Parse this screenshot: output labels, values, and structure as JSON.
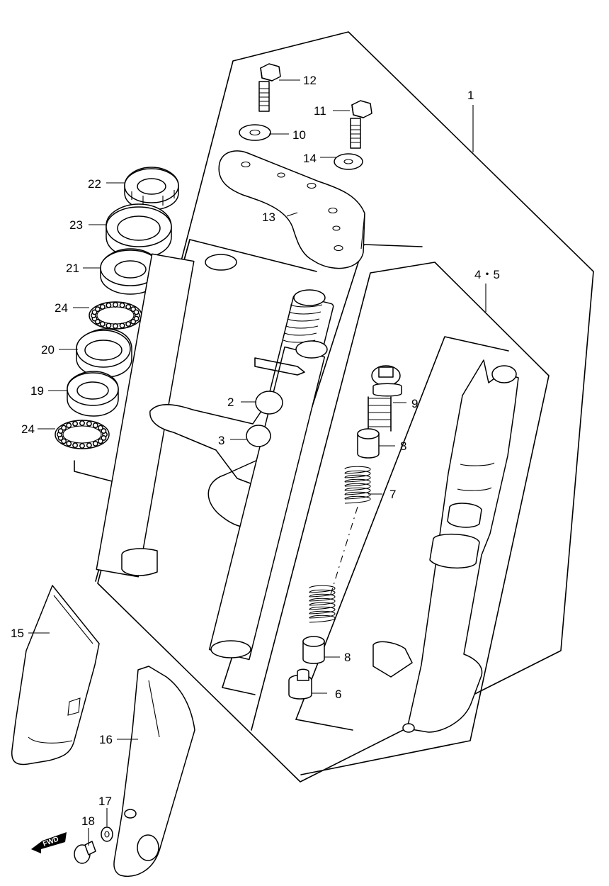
{
  "callouts": [
    {
      "id": "c1",
      "text": "1"
    },
    {
      "id": "c4_5",
      "text": "4・5"
    },
    {
      "id": "c2",
      "text": "2"
    },
    {
      "id": "c3",
      "text": "3"
    },
    {
      "id": "c6",
      "text": "6"
    },
    {
      "id": "c7",
      "text": "7"
    },
    {
      "id": "c8a",
      "text": "8"
    },
    {
      "id": "c8b",
      "text": "8"
    },
    {
      "id": "c9",
      "text": "9"
    },
    {
      "id": "c10",
      "text": "10"
    },
    {
      "id": "c11",
      "text": "11"
    },
    {
      "id": "c12",
      "text": "12"
    },
    {
      "id": "c13",
      "text": "13"
    },
    {
      "id": "c14",
      "text": "14"
    },
    {
      "id": "c15",
      "text": "15"
    },
    {
      "id": "c16",
      "text": "16"
    },
    {
      "id": "c17",
      "text": "17"
    },
    {
      "id": "c18",
      "text": "18"
    },
    {
      "id": "c19",
      "text": "19"
    },
    {
      "id": "c20",
      "text": "20"
    },
    {
      "id": "c21",
      "text": "21"
    },
    {
      "id": "c22",
      "text": "22"
    },
    {
      "id": "c23",
      "text": "23"
    },
    {
      "id": "c24a",
      "text": "24"
    },
    {
      "id": "c24b",
      "text": "24"
    }
  ],
  "direction_badge": {
    "text": "FWD"
  }
}
